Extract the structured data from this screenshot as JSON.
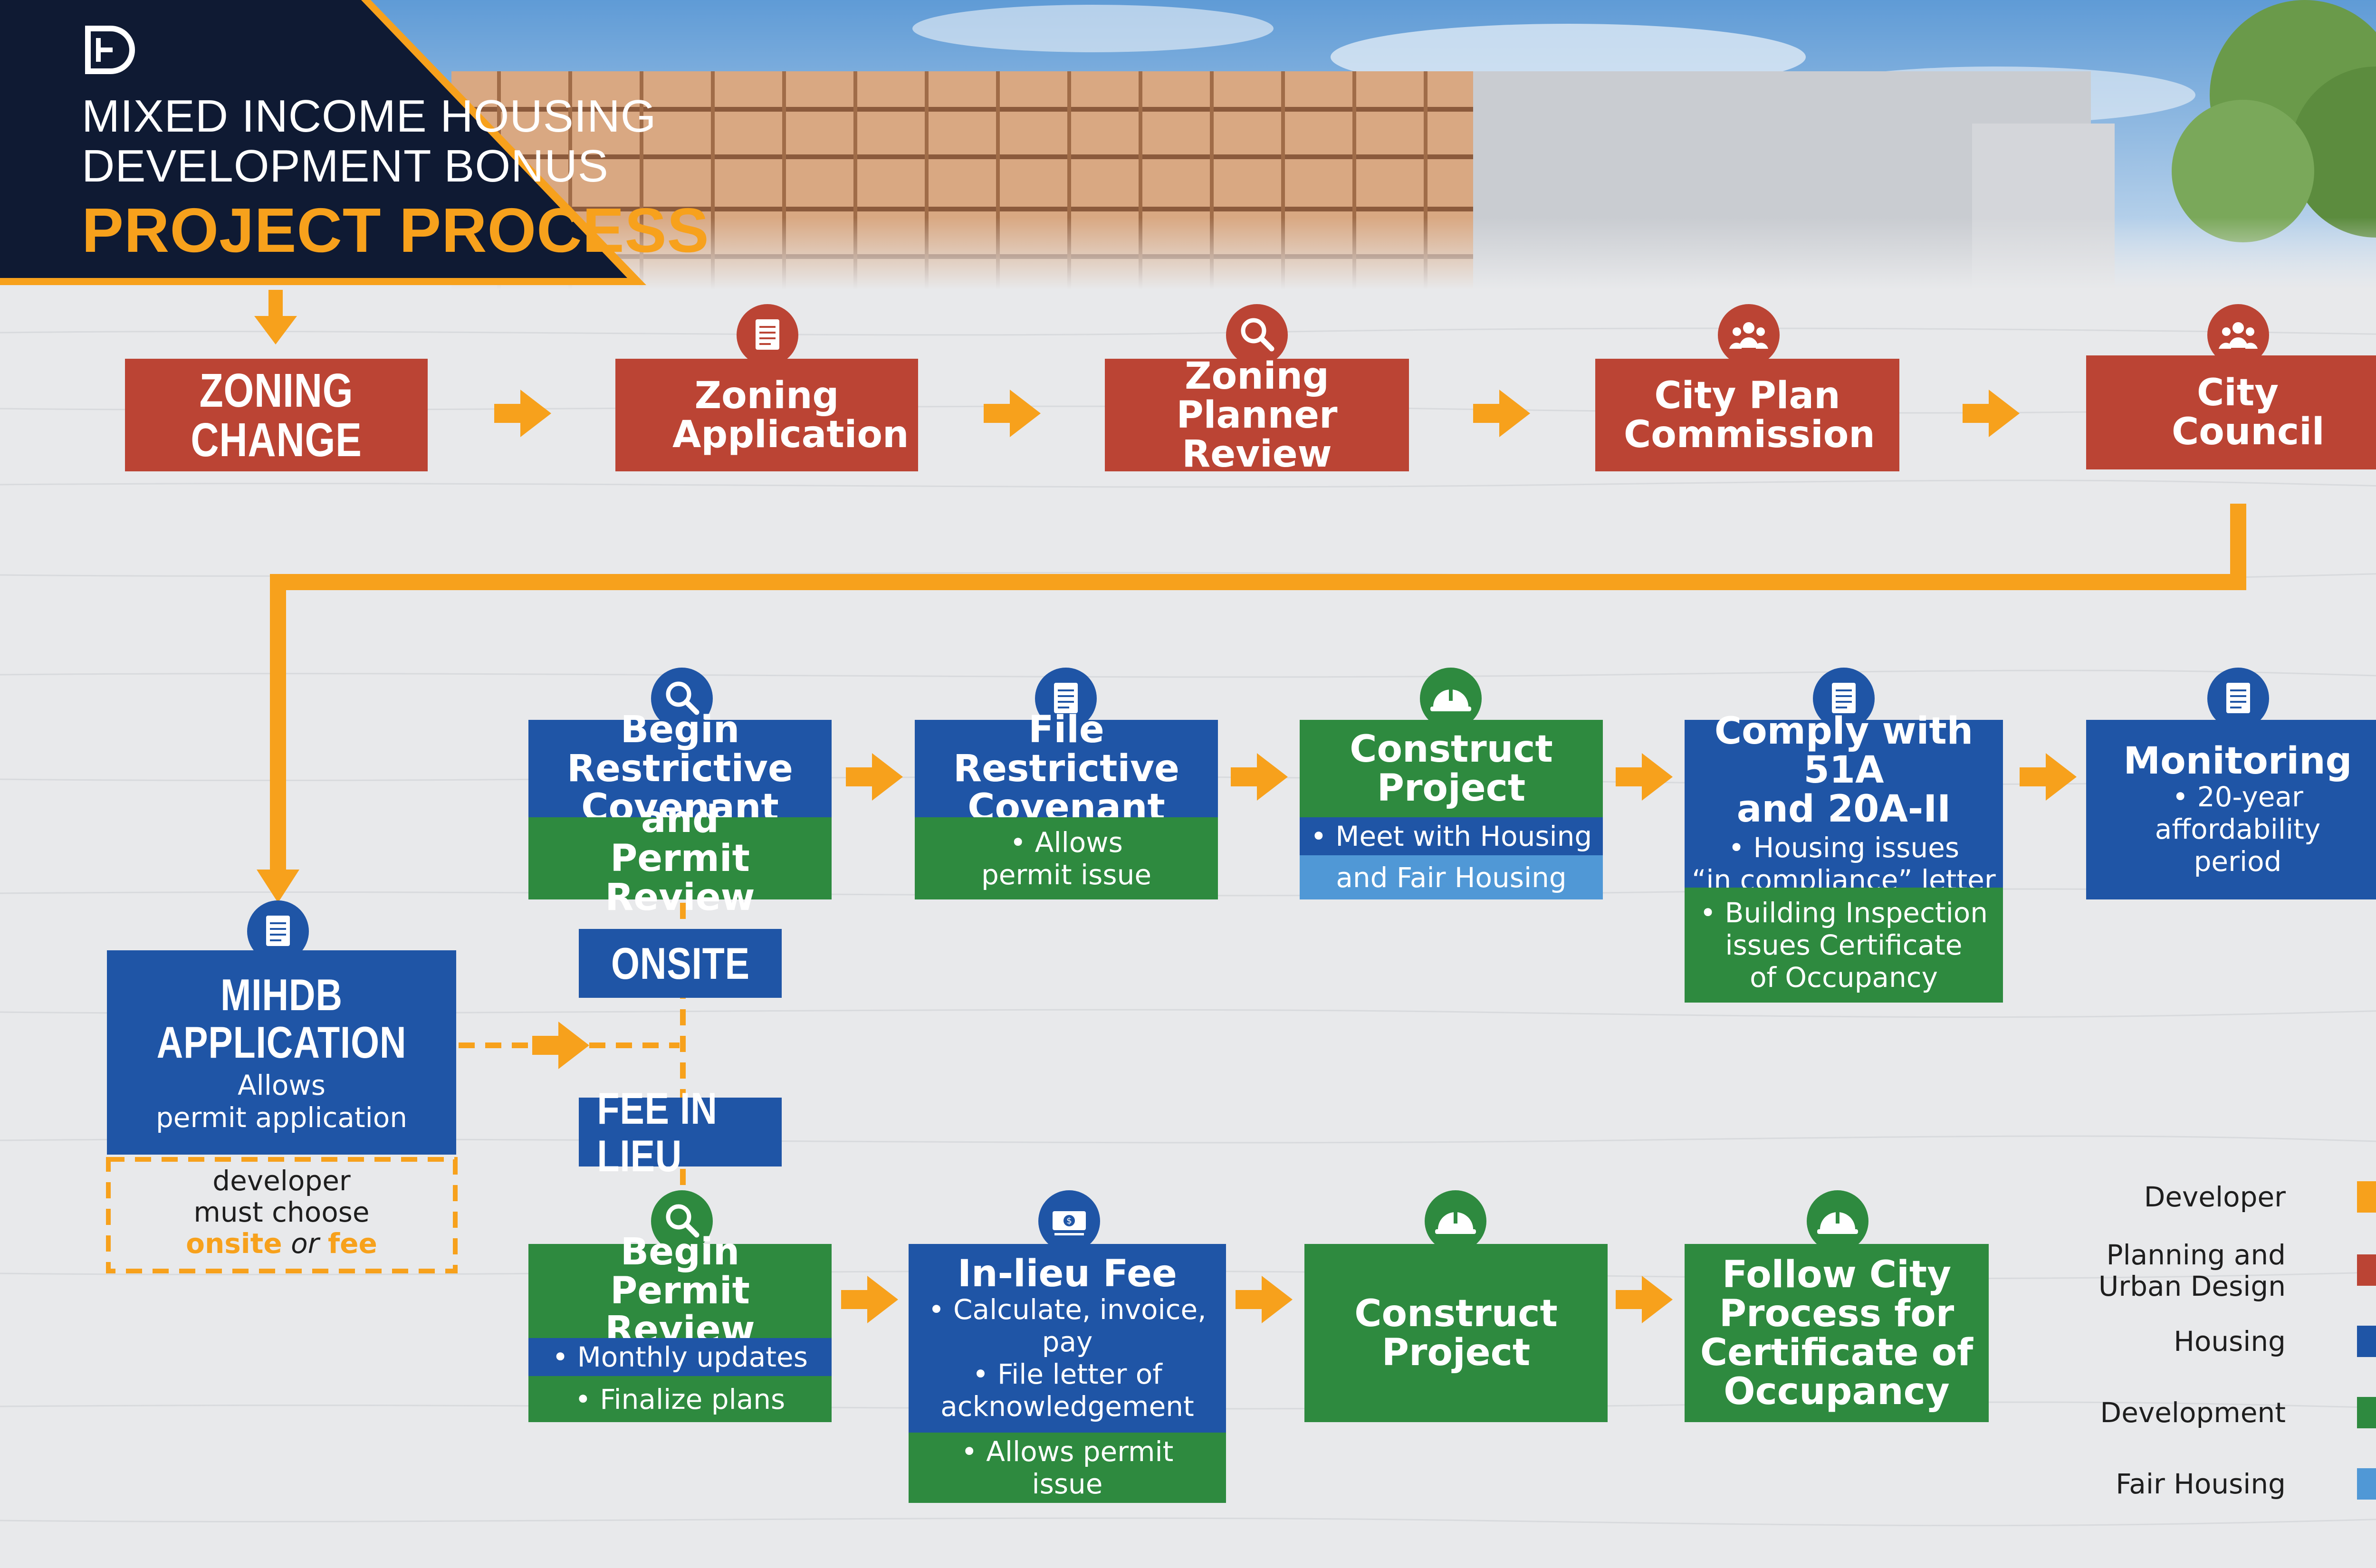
{
  "header": {
    "title_line1": "MIXED INCOME HOUSING",
    "title_line2": "DEVELOPMENT BONUS",
    "title_main": "PROJECT PROCESS"
  },
  "row1": [
    {
      "title": "ZONING CHANGE",
      "icon": "none"
    },
    {
      "title": "Zoning Application",
      "icon": "document-icon"
    },
    {
      "title": "Zoning Planner Review",
      "icon": "magnifier-icon"
    },
    {
      "title": "City Plan Commission",
      "icon": "group-icon"
    },
    {
      "title": "City Council",
      "icon": "group-icon"
    }
  ],
  "mihdb": {
    "title_line1": "MIHDB",
    "title_line2": "APPLICATION",
    "note_line1": "Allows",
    "note_line2": "permit application",
    "choose_line1": "developer",
    "choose_line2": "must choose",
    "choose_onsite": "onsite",
    "choose_or": "or",
    "choose_fee": "fee"
  },
  "tags": {
    "onsite": "ONSITE",
    "fee_in_lieu": "FEE IN LIEU"
  },
  "onsite_row": [
    {
      "top_l1": "Begin Restrictive",
      "top_l2": "Covenant",
      "bottom_l1": "and",
      "bottom_l2": "Permit Review"
    },
    {
      "top_l1": "File Restrictive",
      "top_l2": "Covenant",
      "bottom_l1": "• Allows",
      "bottom_l2": "permit issue"
    },
    {
      "top_l1": "Construct",
      "top_l2": "Project",
      "mid": "• Meet with Housing",
      "bottom": "and Fair Housing"
    },
    {
      "top_l1": "Comply with 51A",
      "top_l2": "and 20A-II",
      "n1": "• Housing issues",
      "n2": "“in compliance” letter",
      "b1": "• Building Inspection",
      "b2": "issues Certificate",
      "b3": "of Occupancy"
    },
    {
      "top": "Monitoring",
      "n1": "• 20-year",
      "n2": "affordability",
      "n3": "period"
    }
  ],
  "fee_row": [
    {
      "top_l1": "Begin",
      "top_l2": "Permit Review",
      "mid": "• Monthly updates",
      "bottom": "• Finalize plans"
    },
    {
      "top": "In-lieu Fee",
      "n1": "• Calculate, invoice,",
      "n2": "pay",
      "n3": "• File letter of",
      "n4": "acknowledgement",
      "b1": "• Allows permit",
      "b2": "issue"
    },
    {
      "top_l1": "Construct",
      "top_l2": "Project"
    },
    {
      "top_l1": "Follow City",
      "top_l2": "Process for",
      "top_l3": "Certificate of",
      "top_l4": "Occupancy"
    }
  ],
  "legend": [
    {
      "label": "Developer",
      "color": "#f7a11c"
    },
    {
      "label_l1": "Planning and",
      "label_l2": "Urban Design",
      "color": "#bb4434"
    },
    {
      "label": "Housing",
      "color": "#1f55a6"
    },
    {
      "label": "Development",
      "color": "#2e8a3f"
    },
    {
      "label": "Fair Housing",
      "color": "#5098d6"
    }
  ],
  "colors": {
    "developer": "#f7a11c",
    "planning": "#bb4434",
    "housing": "#1f55a6",
    "development": "#2e8a3f",
    "fair_housing": "#5098d6",
    "navy": "#0f1a33"
  }
}
